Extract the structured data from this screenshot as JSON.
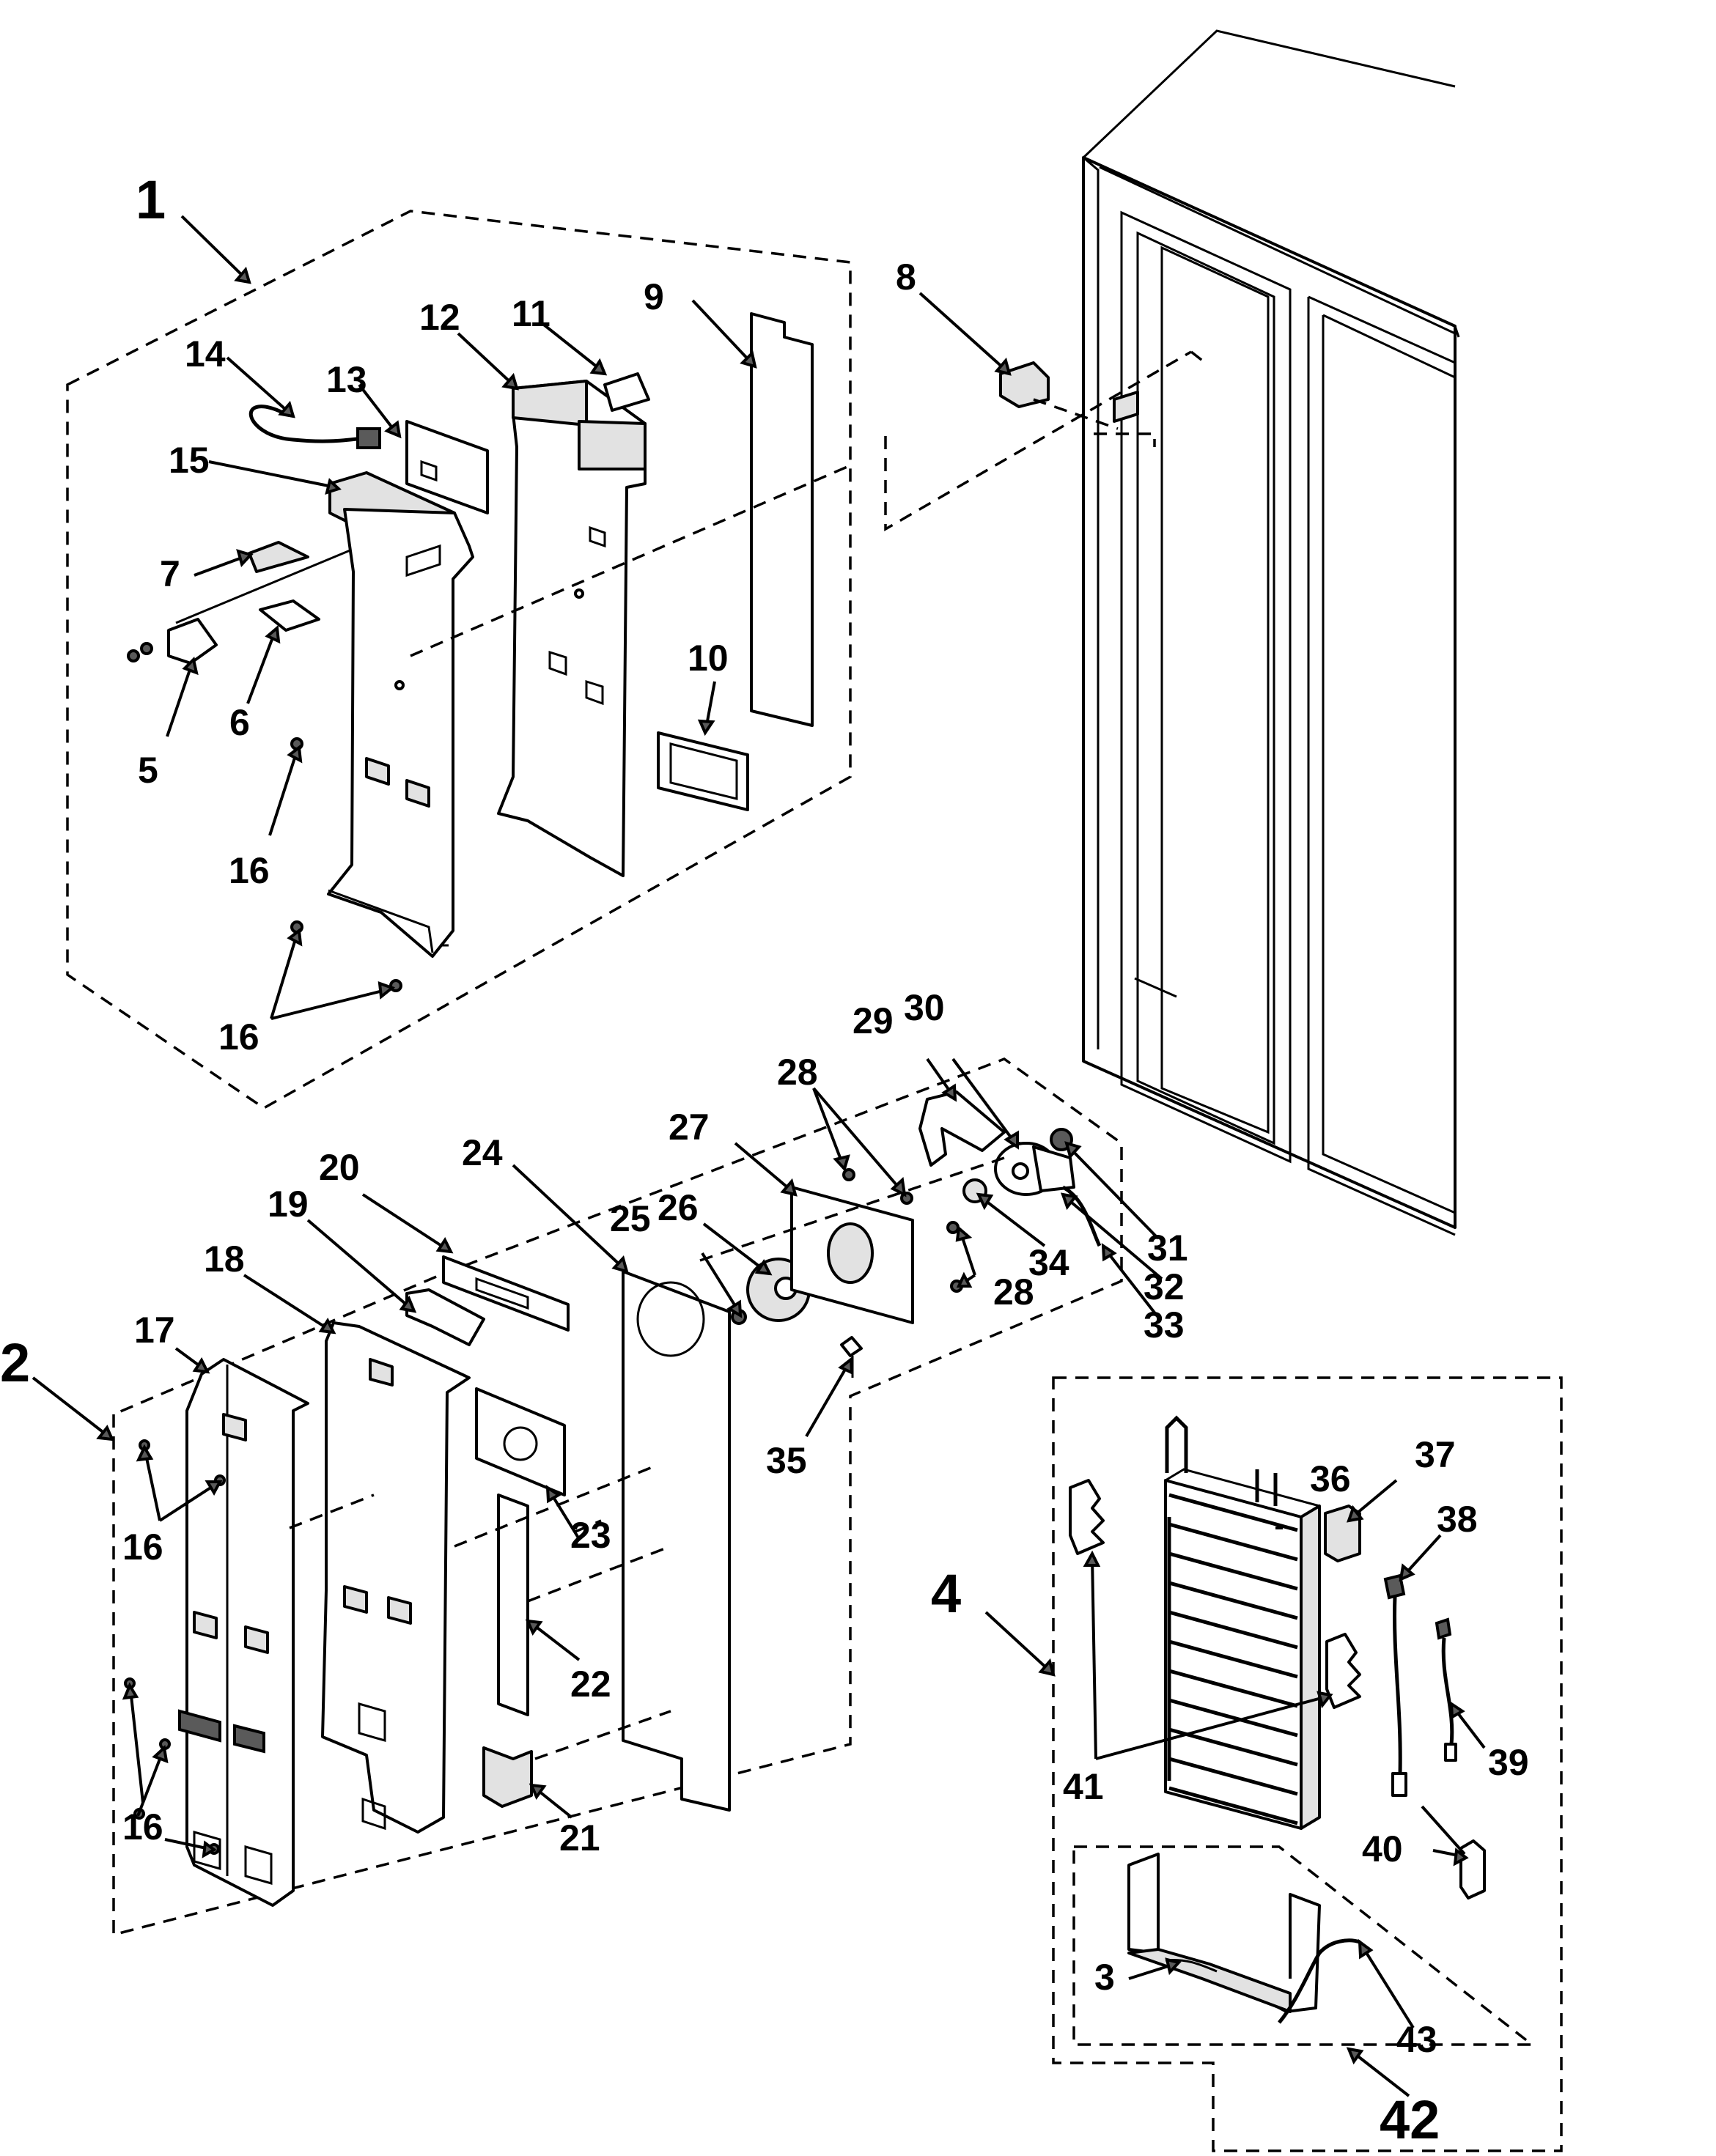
{
  "callouts": {
    "c1": "1",
    "c2": "2",
    "c3": "3",
    "c4": "4",
    "c5": "5",
    "c6": "6",
    "c7": "7",
    "c8": "8",
    "c9": "9",
    "c10": "10",
    "c11": "11",
    "c12": "12",
    "c13": "13",
    "c14": "14",
    "c15": "15",
    "c16a": "16",
    "c16b": "16",
    "c16c": "16",
    "c16d": "16",
    "c17": "17",
    "c18": "18",
    "c19": "19",
    "c20": "20",
    "c21": "21",
    "c22": "22",
    "c23": "23",
    "c24": "24",
    "c25": "25",
    "c26": "26",
    "c27": "27",
    "c28a": "28",
    "c28b": "28",
    "c29": "29",
    "c30": "30",
    "c31": "31",
    "c32": "32",
    "c33": "33",
    "c34": "34",
    "c35": "35",
    "c36": "36",
    "c37": "37",
    "c38": "38",
    "c39": "39",
    "c40": "40",
    "c41": "41",
    "c42": "42",
    "c43": "43"
  }
}
